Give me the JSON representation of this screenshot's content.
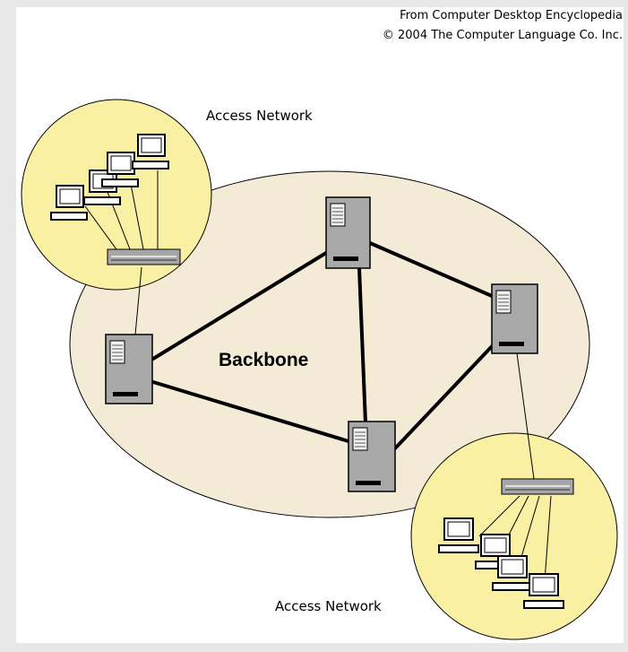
{
  "credits": {
    "line1": "From Computer Desktop Encyclopedia",
    "line2": "© 2004 The Computer Language Co. Inc."
  },
  "labels": {
    "access_network_top": "Access Network",
    "backbone": "Backbone",
    "access_network_bottom": "Access Network"
  },
  "colors": {
    "page_border": "#e7e7e7",
    "background": "#ffffff",
    "backbone_fill": "#f3ebd6",
    "access_fill": "#faf0a3",
    "server_fill": "#a8a8a8",
    "switch_fill": "#a6a6a6",
    "line": "#000000"
  },
  "icons": {
    "server": "server-icon",
    "workstation": "computer-icon",
    "switch": "network-switch-icon"
  }
}
